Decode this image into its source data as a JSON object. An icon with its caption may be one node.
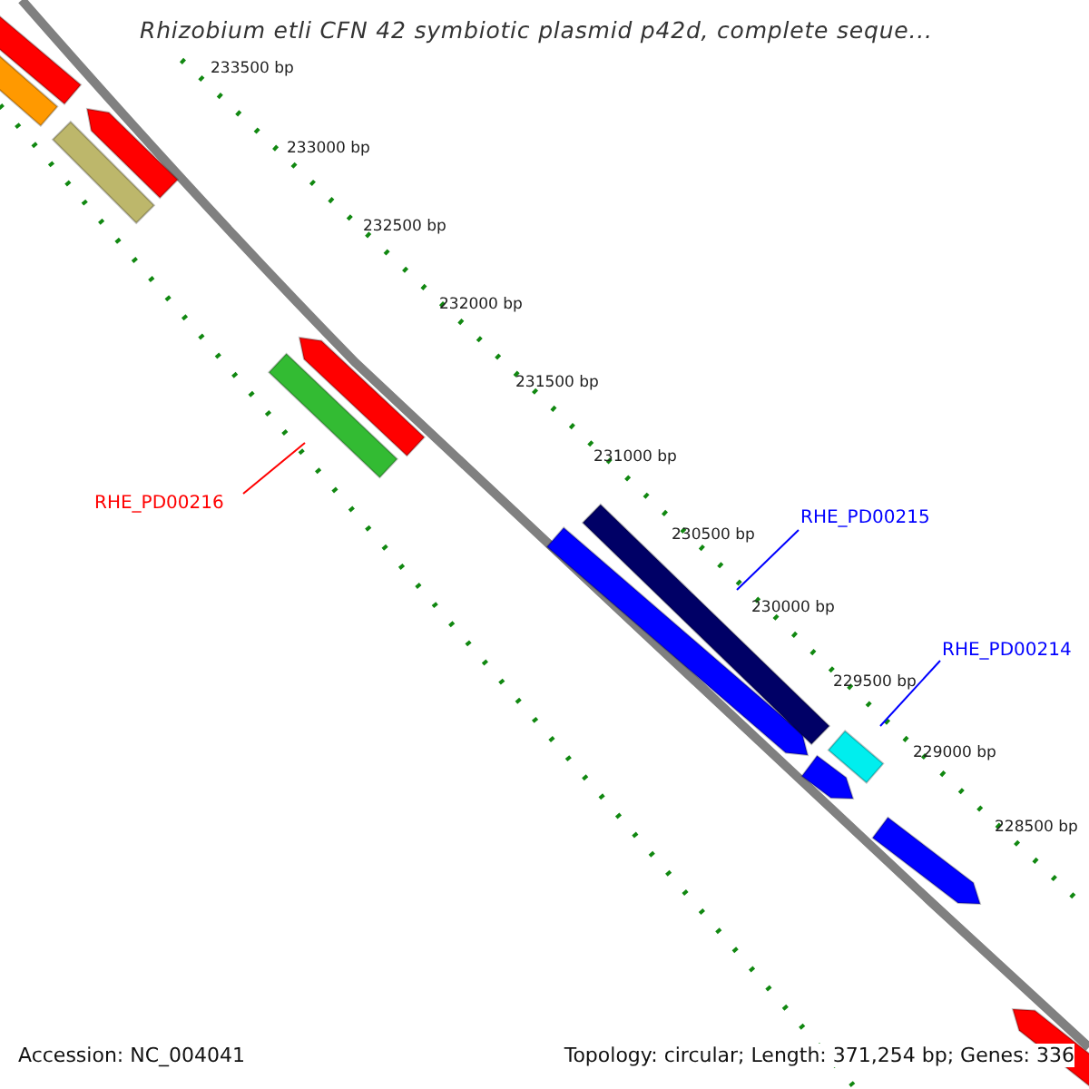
{
  "diagram": {
    "title": "Rhizobium etli CFN 42 symbiotic plasmid p42d, complete seque...",
    "nodes": [
      {
        "text": [
          "RHE_PD00216"
        ]
      },
      {
        "text": [],
        "shape": "bar"
      },
      {
        "text": [
          "RHE_PD00215"
        ]
      },
      {
        "text": [],
        "shape": "bar"
      },
      {
        "text": [
          "RHE_PD00214"
        ]
      },
      {
        "text": [],
        "shape": "bar"
      }
    ],
    "edges": [
      {
        "from": 0,
        "to": 1,
        "arrow": "none",
        "color": "#ff0000"
      },
      {
        "from": 2,
        "to": 3,
        "arrow": "none"
      },
      {
        "from": 4,
        "to": 5,
        "arrow": "none"
      }
    ],
    "labels": [
      "233500 bp",
      "233000 bp",
      "232500 bp",
      "232000 bp",
      "231500 bp",
      "231000 bp",
      "230500 bp",
      "230000 bp",
      "229500 bp",
      "229000 bp",
      "228500 bp",
      "Accession: NC_004041",
      "Topology: circular; Length: 371,254 bp; Genes: 336"
    ]
  }
}
